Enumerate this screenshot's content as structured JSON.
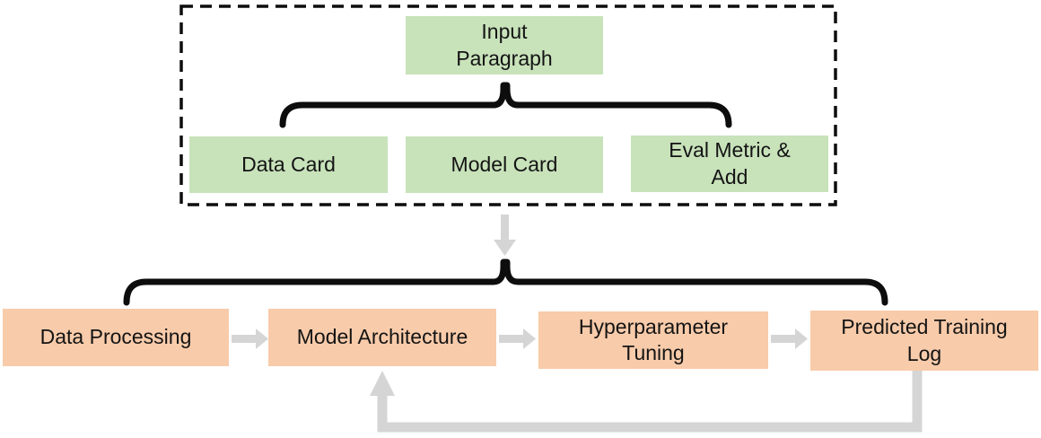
{
  "diagram": {
    "type": "flowchart",
    "colors": {
      "green_box": "#c8e2ba",
      "orange_box": "#f8cbaa",
      "arrow_gray": "#d5d5d5",
      "line_black": "#0d0d0d",
      "background": "#ffffff"
    },
    "input_group": {
      "border_style": "dashed",
      "nodes": {
        "input_paragraph": "Input\nParagraph",
        "data_card": "Data Card",
        "model_card": "Model Card",
        "eval_metric_add": "Eval Metric &\nAdd"
      },
      "branch": "Input Paragraph -> { Data Card, Model Card, Eval Metric & Add }"
    },
    "pipeline": {
      "nodes": {
        "data_processing": "Data Processing",
        "model_architecture": "Model Architecture",
        "hyperparameter_tuning": "Hyperparameter\nTuning",
        "predicted_training_log": "Predicted Training\nLog"
      },
      "flow_edges": [
        "Data Processing -> Model Architecture",
        "Model Architecture -> Hyperparameter Tuning",
        "Hyperparameter Tuning -> Predicted Training Log"
      ],
      "feedback_edge": "Predicted Training Log -> Model Architecture",
      "fanout_edge": "Input group -> all pipeline stages"
    }
  }
}
